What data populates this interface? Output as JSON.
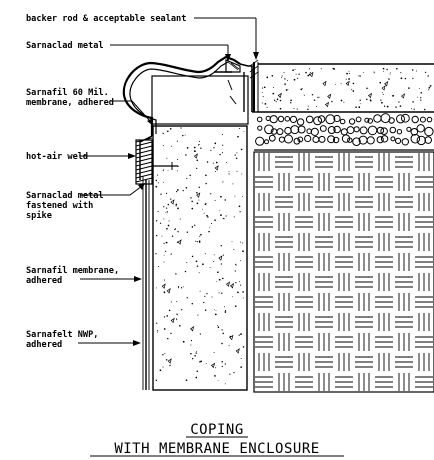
{
  "title": {
    "line1": "COPING",
    "line2": "WITH MEMBRANE ENCLOSURE"
  },
  "labels": {
    "backer_rod": "backer rod & acceptable sealant",
    "sarnaclad_metal": "Sarnaclad metal",
    "sarnafil_60_l1": "Sarnafil 60 Mil.",
    "sarnafil_60_l2": "membrane, adhered",
    "hot_air_weld": "hot-air weld",
    "sarnaclad_fastened_l1": "Sarnaclad metal",
    "sarnaclad_fastened_l2": "fastened with",
    "sarnaclad_fastened_l3": "spike",
    "sarnafil_membrane_l1": "Sarnafil membrane,",
    "sarnafil_membrane_l2": "adhered",
    "sarnafelt_l1": "Sarnafelt NWP,",
    "sarnafelt_l2": "adhered"
  },
  "colors": {
    "ink": "#000000",
    "paper": "#ffffff"
  }
}
